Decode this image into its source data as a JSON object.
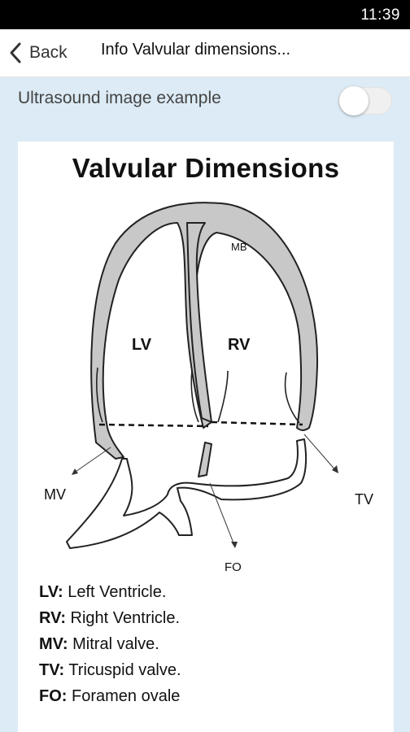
{
  "status_bar": {
    "time": "11:39"
  },
  "nav": {
    "back_label": "Back",
    "title": "Info Valvular dimensions..."
  },
  "toggle_row": {
    "label": "Ultrasound image example",
    "enabled": false
  },
  "diagram": {
    "title": "Valvular Dimensions",
    "labels": {
      "mb": "MB",
      "lv": "LV",
      "rv": "RV",
      "mv": "MV",
      "tv": "TV",
      "fo": "FO"
    }
  },
  "legend": [
    {
      "abbr": "LV:",
      "text": " Left Ventricle."
    },
    {
      "abbr": "RV:",
      "text": " Right Ventricle."
    },
    {
      "abbr": "MV:",
      "text": " Mitral valve."
    },
    {
      "abbr": "TV:",
      "text": " Tricuspid valve."
    },
    {
      "abbr": "FO:",
      "text": " Foramen ovale"
    }
  ],
  "colors": {
    "background": "#dcebf5",
    "wall_fill": "#c8c8c8",
    "status_bar": "#000000"
  },
  "icons": {
    "back": "chevron-left-icon"
  }
}
